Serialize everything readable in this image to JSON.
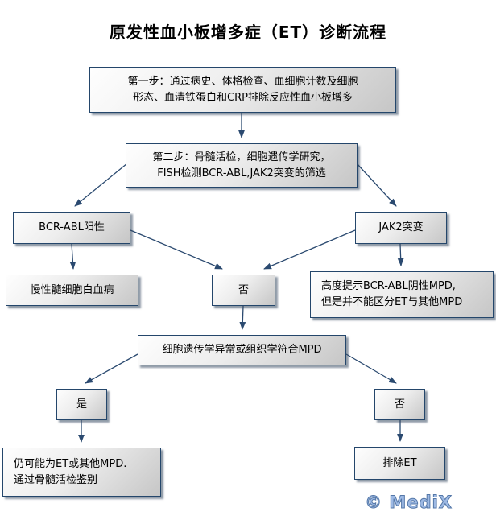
{
  "title": "原发性血小板增多症（ET）诊断流程",
  "watermark": "© MediX",
  "nodes": {
    "step1": {
      "label": "第一步：通过病史、体格检查、血细胞计数及细胞\n形态、血清铁蛋白和CRP排除反应性血小板增多"
    },
    "step2": {
      "label": "第二步：骨髓活检，细胞遗传学研究，\nFISH检测BCR-ABL,JAK2突变的筛选"
    },
    "bcr_abl_positive": {
      "label": "BCR-ABL阳性"
    },
    "jak2_mutation": {
      "label": "JAK2突变"
    },
    "cml": {
      "label": "慢性髓细胞白血病"
    },
    "no_mid": {
      "label": "否"
    },
    "mpd_hint": {
      "label": "高度提示BCR-ABL阴性MPD,\n但是并不能区分ET与其他MPD"
    },
    "cytogenetics": {
      "label": "细胞遗传学异常或组织学符合MPD"
    },
    "yes": {
      "label": "是"
    },
    "no_right": {
      "label": "否"
    },
    "maybe_et": {
      "label": "仍可能为ET或其他MPD.\n通过骨髓活检鉴别"
    },
    "exclude_et": {
      "label": "排除ET"
    }
  },
  "edges": [
    {
      "from": "step1",
      "to": "step2"
    },
    {
      "from": "step2",
      "to": "bcr_abl_positive"
    },
    {
      "from": "step2",
      "to": "jak2_mutation"
    },
    {
      "from": "bcr_abl_positive",
      "to": "cml"
    },
    {
      "from": "bcr_abl_positive",
      "to": "no_mid"
    },
    {
      "from": "jak2_mutation",
      "to": "mpd_hint"
    },
    {
      "from": "jak2_mutation",
      "to": "no_mid"
    },
    {
      "from": "no_mid",
      "to": "cytogenetics"
    },
    {
      "from": "cytogenetics",
      "to": "yes"
    },
    {
      "from": "cytogenetics",
      "to": "no_right"
    },
    {
      "from": "yes",
      "to": "maybe_et"
    },
    {
      "from": "no_right",
      "to": "exclude_et"
    }
  ],
  "colors": {
    "background": "#ffffff",
    "box_border": "#24466b",
    "box_fill_light": "#fefefe",
    "box_fill_dark": "#c6c6c6",
    "arrow": "#2b4a70",
    "text": "#000000",
    "watermark_fill": "#9db9e4",
    "watermark_stroke": "#5578a8"
  }
}
